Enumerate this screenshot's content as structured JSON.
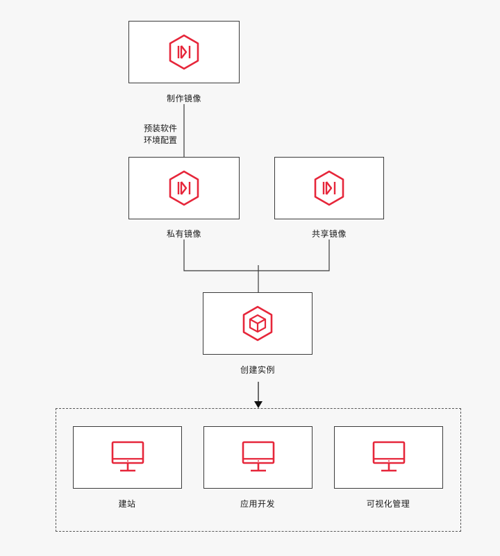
{
  "nodes": {
    "make_image": {
      "label": "制作镜像",
      "icon": "image-icon"
    },
    "private_image": {
      "label": "私有镜像",
      "icon": "image-icon"
    },
    "shared_image": {
      "label": "共享镜像",
      "icon": "image-icon"
    },
    "create_instance": {
      "label": "创建实例",
      "icon": "instance-icon"
    },
    "build_site": {
      "label": "建站",
      "icon": "monitor-icon"
    },
    "app_dev": {
      "label": "应用开发",
      "icon": "monitor-icon"
    },
    "visual_mgmt": {
      "label": "可视化管理",
      "icon": "monitor-icon"
    }
  },
  "edge_label": {
    "line1": "预装软件",
    "line2": "环境配置"
  },
  "colors": {
    "accent": "#e6263a",
    "border": "#3a3a3a",
    "background": "#f7f7f7"
  }
}
